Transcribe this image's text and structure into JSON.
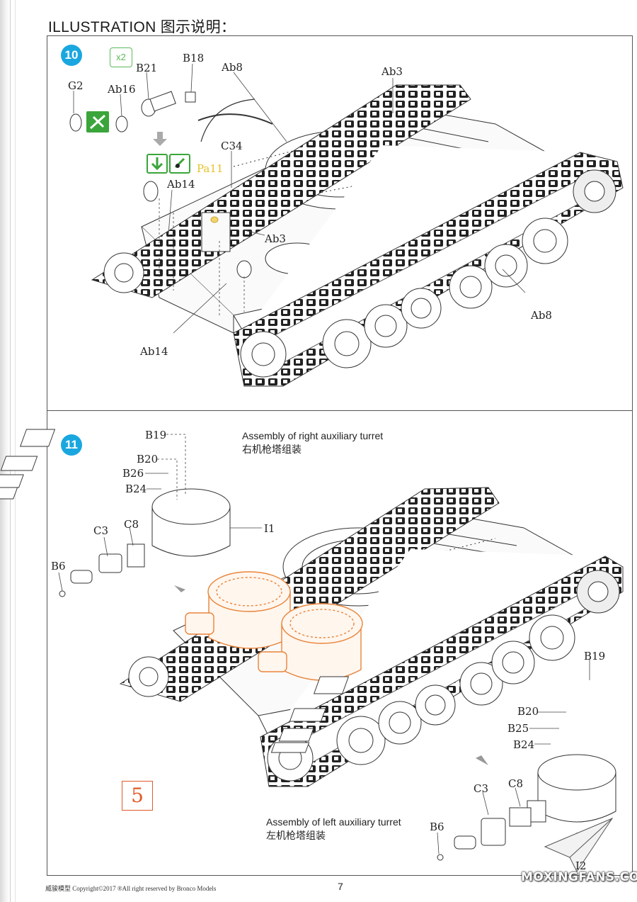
{
  "header": {
    "title": "ILLUSTRATION 图示说明："
  },
  "step10": {
    "badge": "10",
    "multiplier": "x2",
    "labels": {
      "g2": "G2",
      "ab16": "Ab16",
      "b21": "B21",
      "b18": "B18",
      "ab8_top": "Ab8",
      "ab3_top": "Ab3",
      "c34": "C34",
      "pa11": "Pa11",
      "ab14_top": "Ab14",
      "ab3_mid": "Ab3",
      "ab8_bottom": "Ab8",
      "ab14_bottom": "Ab14"
    }
  },
  "step11": {
    "badge": "11",
    "right_turret_note_en": "Assembly of right auxiliary turret",
    "right_turret_note_cn": "右机枪塔组装",
    "left_turret_note_en": "Assembly of left auxiliary turret",
    "left_turret_note_cn": "左机枪塔组装",
    "labels": {
      "b19_l": "B19",
      "b20_l": "B20",
      "b26_l": "B26",
      "b24_l": "B24",
      "c8_l": "C8",
      "c3_l": "C3",
      "i1": "I1",
      "b6_l": "B6",
      "b19_r": "B19",
      "b20_r": "B20",
      "b25_r": "B25",
      "b24_r": "B24",
      "c3_r": "C3",
      "c8_r": "C8",
      "b6_r": "B6",
      "i2": "I2"
    },
    "page_sticker": "5"
  },
  "footer": {
    "left": "威骏模型  Copyright©2017  ®All right reserved by Bronco Models",
    "page_number": "7",
    "watermark": "MOXINGFANS.COM"
  },
  "colors": {
    "step_badge": "#1aa7e0",
    "highlight_orange": "#e8843a",
    "icon_green": "#3aa53a",
    "yellow_label": "#e6c12a",
    "sticker_red": "#e05a2a"
  },
  "icons": [
    "glue-icon",
    "remove-icon",
    "drill-icon",
    "arrow-down-icon",
    "multiply-badge"
  ]
}
